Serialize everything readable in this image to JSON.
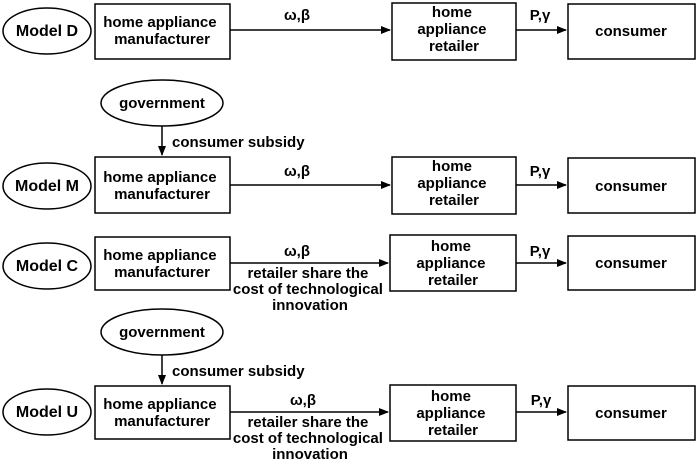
{
  "colors": {
    "stroke": "#000000",
    "text": "#000000",
    "background": "#ffffff"
  },
  "labels": {
    "model_d": "Model D",
    "model_m": "Model M",
    "model_c": "Model C",
    "model_u": "Model U",
    "manufacturer": [
      "home appliance",
      "manufacturer"
    ],
    "retailer": [
      "home",
      "appliance",
      "retailer"
    ],
    "consumer": "consumer",
    "government": "government",
    "consumer_subsidy": "consumer subsidy",
    "edge_manufacturer_retailer": "ω,β",
    "edge_retailer_consumer": "P,γ",
    "cost_sharing": [
      "retailer share the",
      "cost of technological",
      "innovation"
    ]
  }
}
